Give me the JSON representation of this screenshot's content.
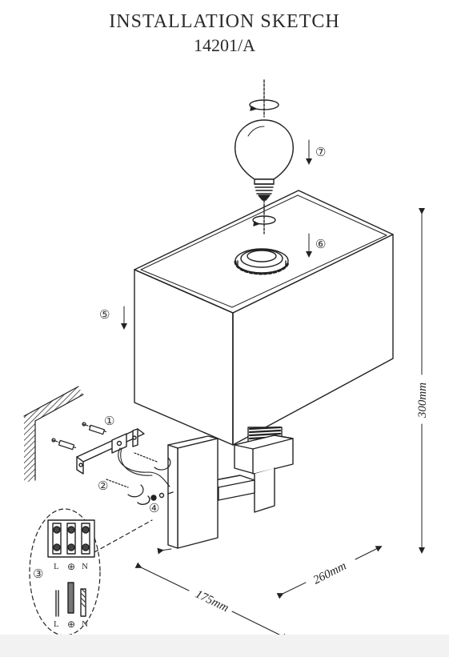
{
  "title": "INSTALLATION  SKETCH",
  "model": "14201/A",
  "steps": [
    "①",
    "②",
    "③",
    "④",
    "⑤",
    "⑥",
    "⑦"
  ],
  "terminal": {
    "top_labels": [
      "L",
      "⊕",
      "N"
    ],
    "wire_labels": [
      "L",
      "⊕",
      "N"
    ]
  },
  "dimensions": {
    "height": "300mm",
    "depth": "175mm",
    "width": "260mm"
  }
}
